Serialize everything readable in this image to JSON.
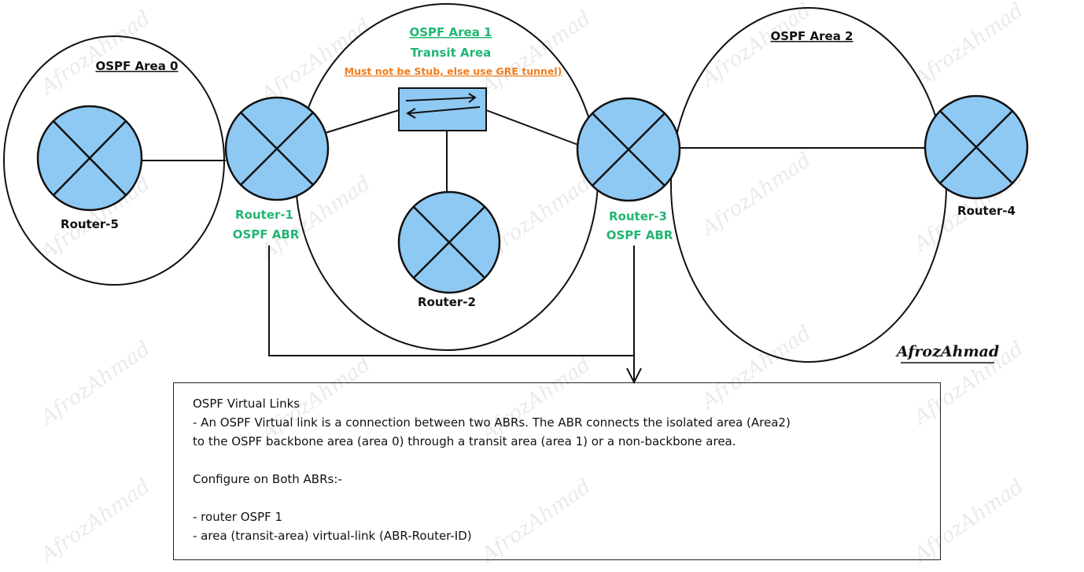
{
  "areas": {
    "area0": {
      "title": "OSPF Area 0"
    },
    "area1": {
      "title": "OSPF Area 1",
      "subtitle": "Transit Area",
      "note": "Must not be Stub, else use GRE tunnel)"
    },
    "area2": {
      "title": "OSPF Area 2"
    }
  },
  "routers": {
    "r1": {
      "name": "Router-1",
      "role": "OSPF ABR"
    },
    "r2": {
      "name": "Router-2"
    },
    "r3": {
      "name": "Router-3",
      "role": "OSPF ABR"
    },
    "r4": {
      "name": "Router-4"
    },
    "r5": {
      "name": "Router-5"
    }
  },
  "signature": "AfrozAhmad",
  "watermark": "AfrozAhmad",
  "notes": {
    "title": "OSPF Virtual Links",
    "line1": "- An OSPF Virtual link is a connection between two ABRs. The ABR connects the isolated area (Area2)",
    "line2": "to the OSPF backbone area (area 0) through a transit area (area 1) or a non-backbone area.",
    "line3": "Configure on Both ABRs:-",
    "line4": "- router OSPF 1",
    "line5": "- area (transit-area) virtual-link (ABR-Router-ID)"
  },
  "colors": {
    "router_fill": "#8ec9f3",
    "green_label": "#22b573",
    "orange_note": "#f07d1f",
    "switch_fill": "#8ec9f3"
  }
}
